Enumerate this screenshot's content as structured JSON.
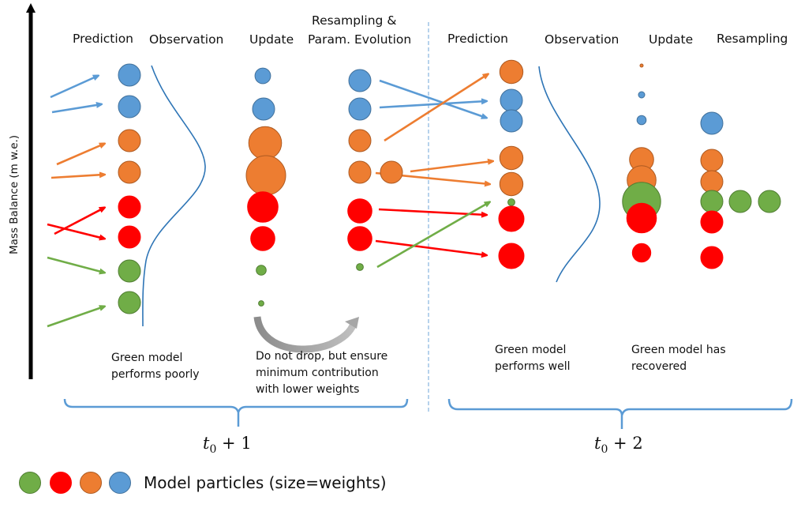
{
  "colors": {
    "blue": "#5b9bd5",
    "orange": "#ed7d31",
    "red": "#ff0000",
    "green": "#70ad47",
    "blue_stroke": "#41719c",
    "orange_stroke": "#ae5a21",
    "red_stroke": "#ff0000",
    "green_stroke": "#507e32",
    "curve": "#2e75b6",
    "brace": "#5b9bd5",
    "divider": "#9dc3e6",
    "axis": "#000000",
    "curved_arrow": "#a6a6a6"
  },
  "axis": {
    "ylabel": "Mass Balance (m w.e.)"
  },
  "stages": {
    "t1": {
      "prediction": "Prediction",
      "observation": "Observation",
      "update": "Update",
      "resampling_line1": "Resampling &",
      "resampling_line2": "Param. Evolution"
    },
    "t2": {
      "prediction": "Prediction",
      "observation": "Observation",
      "update": "Update",
      "resampling": "Resampling"
    }
  },
  "notes": {
    "t1_green_poor": "Green model\nperforms poorly",
    "t1_do_not_drop": "Do not drop, but ensure\nminimum contribution\nwith lower weights",
    "t2_green_well": "Green model\nperforms well",
    "t2_recovered": "Green model has\nrecovered"
  },
  "time_labels": {
    "t1": {
      "var": "t",
      "sub": "0",
      "rest": " + 1"
    },
    "t2": {
      "var": "t",
      "sub": "0",
      "rest": " + 2"
    }
  },
  "legend": {
    "text": "Model particles (size=weights)",
    "colors": [
      "green",
      "red",
      "orange",
      "blue"
    ]
  },
  "particles": {
    "t1_prediction": [
      {
        "color": "blue",
        "weight": 1.0
      },
      {
        "color": "blue",
        "weight": 1.0
      },
      {
        "color": "orange",
        "weight": 1.0
      },
      {
        "color": "orange",
        "weight": 1.0
      },
      {
        "color": "red",
        "weight": 1.0
      },
      {
        "color": "red",
        "weight": 1.0
      },
      {
        "color": "green",
        "weight": 1.0
      },
      {
        "color": "green",
        "weight": 1.0
      }
    ],
    "t1_update": [
      {
        "color": "blue",
        "weight": 0.5
      },
      {
        "color": "blue",
        "weight": 1.0
      },
      {
        "color": "orange",
        "weight": 2.2
      },
      {
        "color": "orange",
        "weight": 3.2
      },
      {
        "color": "red",
        "weight": 1.9
      },
      {
        "color": "red",
        "weight": 1.2
      },
      {
        "color": "green",
        "weight": 0.2
      },
      {
        "color": "green",
        "weight": 0.06
      }
    ],
    "t1_resampling": [
      {
        "color": "blue",
        "weight": 1.0
      },
      {
        "color": "blue",
        "weight": 1.0
      },
      {
        "color": "orange",
        "weight": 1.0
      },
      {
        "color": "orange",
        "weight": 1.0
      },
      {
        "color": "orange",
        "weight": 1.0
      },
      {
        "color": "red",
        "weight": 1.2
      },
      {
        "color": "red",
        "weight": 1.2
      },
      {
        "color": "green",
        "weight": 0.1
      }
    ],
    "t2_prediction": [
      {
        "color": "orange",
        "weight": 1.1
      },
      {
        "color": "blue",
        "weight": 1.0
      },
      {
        "color": "blue",
        "weight": 1.0
      },
      {
        "color": "orange",
        "weight": 1.1
      },
      {
        "color": "orange",
        "weight": 1.1
      },
      {
        "color": "green",
        "weight": 0.1
      },
      {
        "color": "red",
        "weight": 1.3
      },
      {
        "color": "red",
        "weight": 1.3
      }
    ],
    "t2_update": [
      {
        "color": "orange",
        "weight": 0.02
      },
      {
        "color": "blue",
        "weight": 0.08
      },
      {
        "color": "blue",
        "weight": 0.17
      },
      {
        "color": "orange",
        "weight": 1.2
      },
      {
        "color": "orange",
        "weight": 1.7
      },
      {
        "color": "green",
        "weight": 3.0
      },
      {
        "color": "red",
        "weight": 1.8
      },
      {
        "color": "red",
        "weight": 0.7
      }
    ],
    "t2_resampling": [
      {
        "color": "blue",
        "weight": 1.0
      },
      {
        "color": "orange",
        "weight": 1.0
      },
      {
        "color": "orange",
        "weight": 1.0
      },
      {
        "color": "green",
        "weight": 1.0
      },
      {
        "color": "green",
        "weight": 1.0
      },
      {
        "color": "green",
        "weight": 1.0
      },
      {
        "color": "red",
        "weight": 1.0
      },
      {
        "color": "red",
        "weight": 1.0
      }
    ]
  }
}
